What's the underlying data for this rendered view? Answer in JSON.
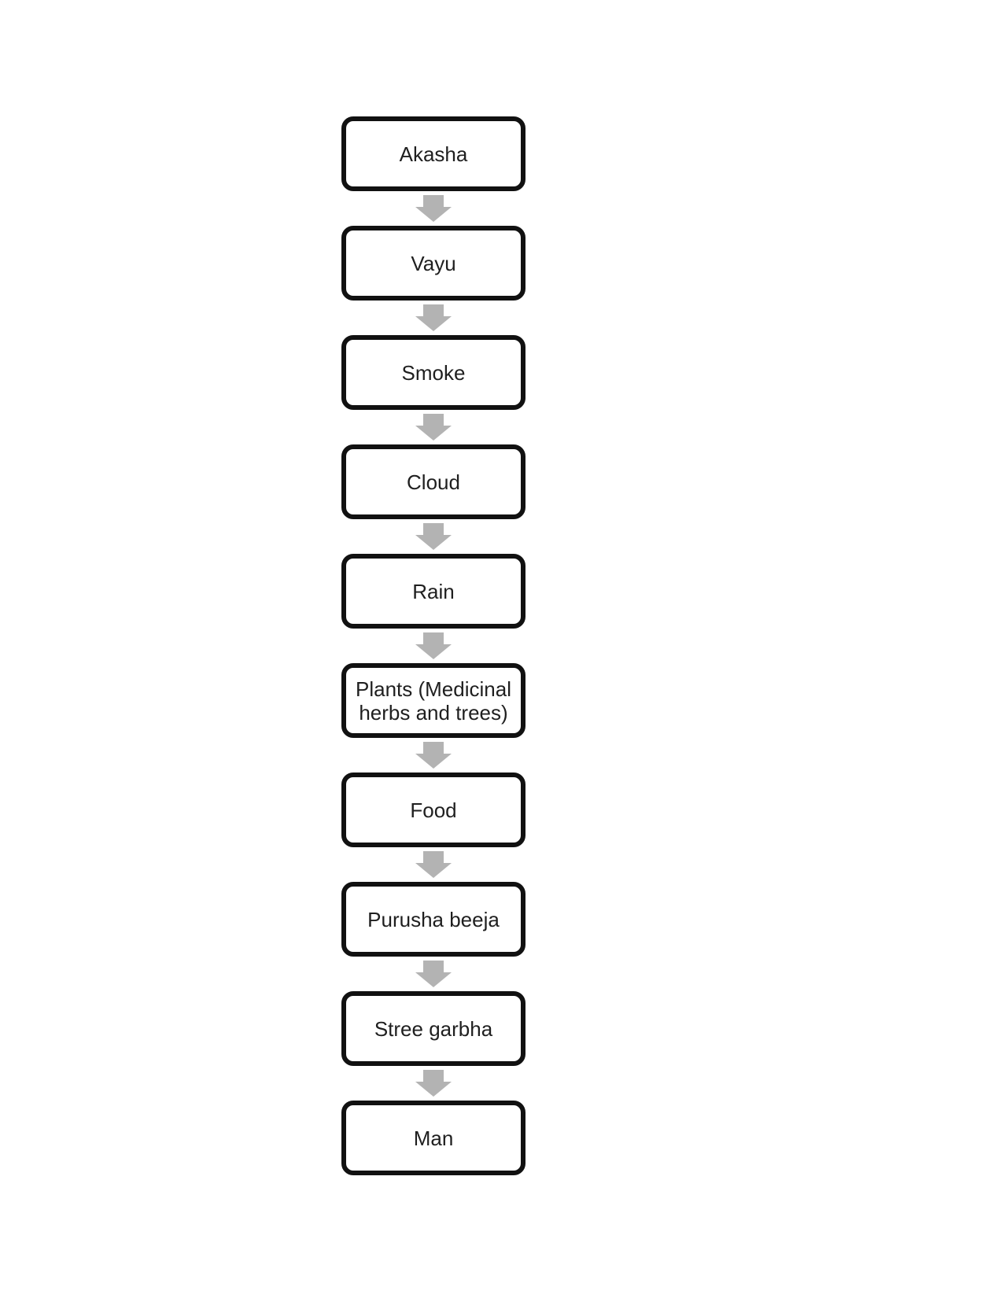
{
  "page": {
    "background": "#ffffff"
  },
  "flowchart": {
    "type": "flowchart",
    "direction": "top-down",
    "connector_icon": "down-block-arrow-icon",
    "nodes": [
      {
        "label": "Akasha"
      },
      {
        "label": "Vayu"
      },
      {
        "label": "Smoke"
      },
      {
        "label": "Cloud"
      },
      {
        "label": "Rain"
      },
      {
        "label": "Plants (Medicinal herbs and trees)"
      },
      {
        "label": "Food"
      },
      {
        "label": "Purusha beeja"
      },
      {
        "label": "Stree garbha"
      },
      {
        "label": "Man"
      }
    ],
    "colors": {
      "node_border": "#111111",
      "node_fill": "#ffffff",
      "node_text": "#1f1f1f",
      "arrow_fill": "#b3b3b3",
      "page_background": "#ffffff"
    }
  }
}
